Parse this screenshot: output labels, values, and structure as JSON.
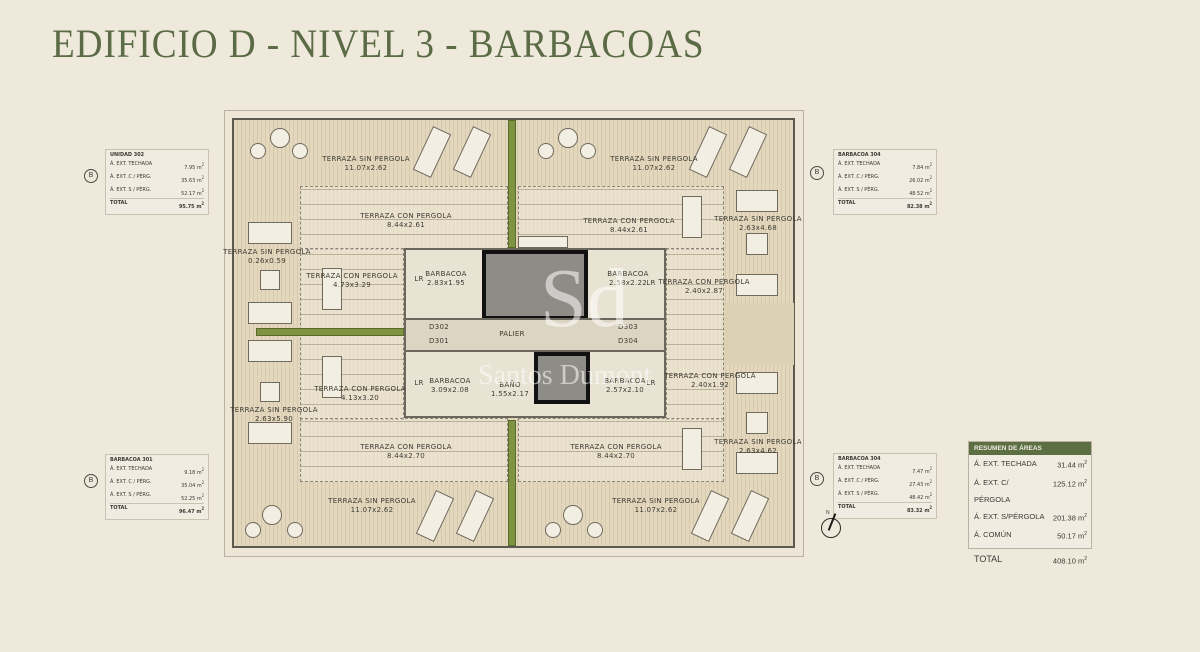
{
  "title": "EDIFICIO D - NIVEL 3 - BARBACOAS",
  "unit_label_suffix": "m²",
  "info_boxes": [
    {
      "id": "top-left",
      "tag": "B",
      "name": "UNIDAD 302",
      "rows": [
        {
          "label": "Á. EXT. TECHADA",
          "value": "7.95"
        },
        {
          "label": "Á. EXT. C / PÉRG.",
          "value": "35.63"
        },
        {
          "label": "Á. EXT. S / PÉRG.",
          "value": "52.17"
        }
      ],
      "total_label": "TOTAL",
      "total_value": "95.75",
      "unit": "m²"
    },
    {
      "id": "bottom-left",
      "tag": "B",
      "name": "BARBACOA 301",
      "rows": [
        {
          "label": "Á. EXT. TECHADA",
          "value": "9.18"
        },
        {
          "label": "Á. EXT. C / PÉRG.",
          "value": "35.04"
        },
        {
          "label": "Á. EXT. S / PÉRG.",
          "value": "52.25"
        }
      ],
      "total_label": "TOTAL",
      "total_value": "96.47",
      "unit": "m²"
    },
    {
      "id": "top-right",
      "tag": "B",
      "name": "BARBACOA 304",
      "rows": [
        {
          "label": "Á. EXT. TECHADA",
          "value": "7.84"
        },
        {
          "label": "Á. EXT. C / PÉRG.",
          "value": "26.02"
        },
        {
          "label": "Á. EXT. S / PÉRG.",
          "value": "48.52"
        }
      ],
      "total_label": "TOTAL",
      "total_value": "82.38",
      "unit": "m²"
    },
    {
      "id": "bottom-right",
      "tag": "B",
      "name": "BARBACOA 304",
      "rows": [
        {
          "label": "Á. EXT. TECHADA",
          "value": "7.47"
        },
        {
          "label": "Á. EXT. C / PÉRG.",
          "value": "27.43"
        },
        {
          "label": "Á. EXT. S / PÉRG.",
          "value": "48.42"
        }
      ],
      "total_label": "TOTAL",
      "total_value": "83.32",
      "unit": "m²"
    }
  ],
  "summary": {
    "header": "RESUMEN DE ÁREAS",
    "rows": [
      {
        "label": "Á. EXT. TECHADA",
        "value": "31.44"
      },
      {
        "label": "Á. EXT. C/ PÉRGOLA",
        "value": "125.12"
      },
      {
        "label": "Á. EXT. S/PÉRGOLA",
        "value": "201.38"
      },
      {
        "label": "Á. COMÚN",
        "value": "50.17"
      }
    ],
    "total_label": "TOTAL",
    "total_value": "408.10",
    "unit": "m²"
  },
  "plan": {
    "labels": {
      "tl_sin": {
        "name": "TERRAZA SIN PERGOLA",
        "dim": "11.07x2.62"
      },
      "tr_sin": {
        "name": "TERRAZA SIN PERGOLA",
        "dim": "11.07x2.62"
      },
      "bl_sin": {
        "name": "TERRAZA SIN PERGOLA",
        "dim": "11.07x2.62"
      },
      "br_sin": {
        "name": "TERRAZA SIN PERGOLA",
        "dim": "11.07x2.62"
      },
      "tl_con": {
        "name": "TERRAZA CON PERGOLA",
        "dim": "8.44x2.61"
      },
      "tr_con": {
        "name": "TERRAZA CON PERGOLA",
        "dim": "8.44x2.61"
      },
      "bl_con": {
        "name": "TERRAZA CON PERGOLA",
        "dim": "8.44x2.70"
      },
      "br_con": {
        "name": "TERRAZA CON PERGOLA",
        "dim": "8.44x2.70"
      },
      "l_sin_top": {
        "name": "TERRAZA SIN PERGOLA",
        "dim": "0.26x0.59"
      },
      "l_sin_bot": {
        "name": "TERRAZA SIN PERGOLA",
        "dim": "2.63x5.90"
      },
      "r_sin_top": {
        "name": "TERRAZA SIN PERGOLA",
        "dim": "2.63x4.68"
      },
      "r_sin_bot": {
        "name": "TERRAZA SIN PERGOLA",
        "dim": "2.63x4.62"
      },
      "l_con_top": {
        "name": "TERRAZA CON PERGOLA",
        "dim": "4.73x3.29"
      },
      "l_con_bot": {
        "name": "TERRAZA CON PERGOLA",
        "dim": "4.13x3.20"
      },
      "r_con_top": {
        "name": "TERRAZA CON PERGOLA",
        "dim": "2.40x2.87"
      },
      "r_con_bot": {
        "name": "TERRAZA CON PERGOLA",
        "dim": "2.40x1.92"
      },
      "bbq_tl": {
        "name": "BARBACOA",
        "dim": "2.83x1.95"
      },
      "bbq_tr": {
        "name": "BARBACOA",
        "dim": "2.58x2.22"
      },
      "bbq_bl": {
        "name": "BARBACOA",
        "dim": "3.09x2.08"
      },
      "bbq_br": {
        "name": "BARBACOA",
        "dim": "2.57x2.10"
      },
      "bano": {
        "name": "BAÑO",
        "dim": "1.55x2.17"
      },
      "palier": "PALIER",
      "d302": "D302",
      "d301": "D301",
      "d303": "D303",
      "d304": "D304",
      "lr": "LR"
    },
    "north_label": "N"
  },
  "watermark": {
    "logo": "Sd",
    "text": "Santos Dumont"
  }
}
